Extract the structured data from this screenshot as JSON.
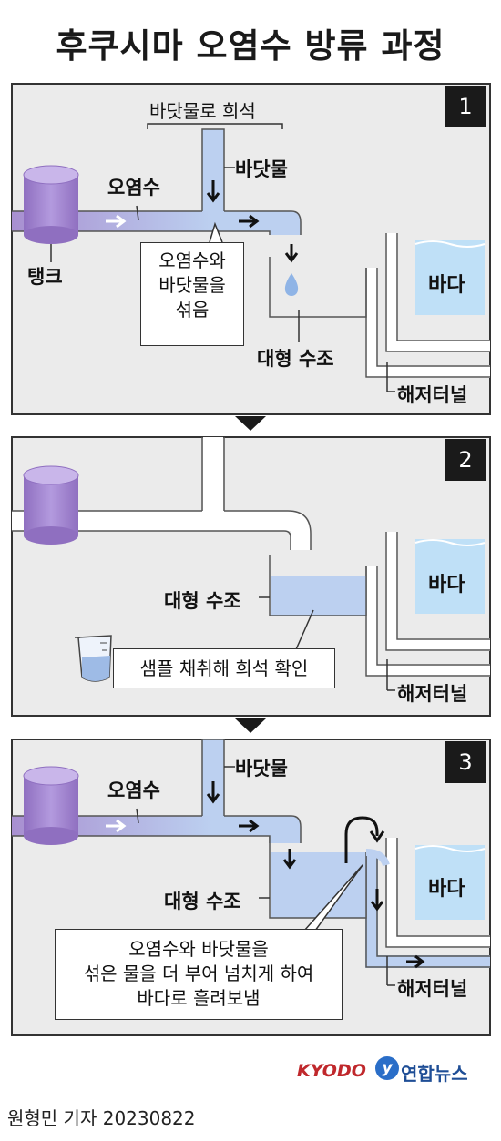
{
  "title": "후쿠시마 오염수 방류 과정",
  "panel1": {
    "number": "1",
    "header": "바닷물로 희석",
    "tank": "탱크",
    "contaminated": "오염수",
    "seawater": "바닷물",
    "mix": [
      "오염수와",
      "바닷물을",
      "섞음"
    ],
    "big_tank": "대형 수조",
    "sea": "바다",
    "tunnel": "해저터널"
  },
  "panel2": {
    "number": "2",
    "big_tank": "대형 수조",
    "sample": "샘플 채취해 희석 확인",
    "sea": "바다",
    "tunnel": "해저터널"
  },
  "panel3": {
    "number": "3",
    "seawater": "바닷물",
    "contaminated": "오염수",
    "big_tank": "대형 수조",
    "sea": "바다",
    "tunnel": "해저터널",
    "explain": [
      "오염수와 바닷물을",
      "섞은 물을 더 부어 넘치게 하여",
      "바다로 흘려보냄"
    ]
  },
  "footer": {
    "kyodo": "KYODO",
    "yonhap": "연합뉴스",
    "credit": "원형민 기자  20230822"
  },
  "colors": {
    "purple": "#a88fd0",
    "light_blue": "#bcd0f0",
    "sea_blue": "#bfe0f7",
    "panel_bg": "#ebebeb"
  }
}
